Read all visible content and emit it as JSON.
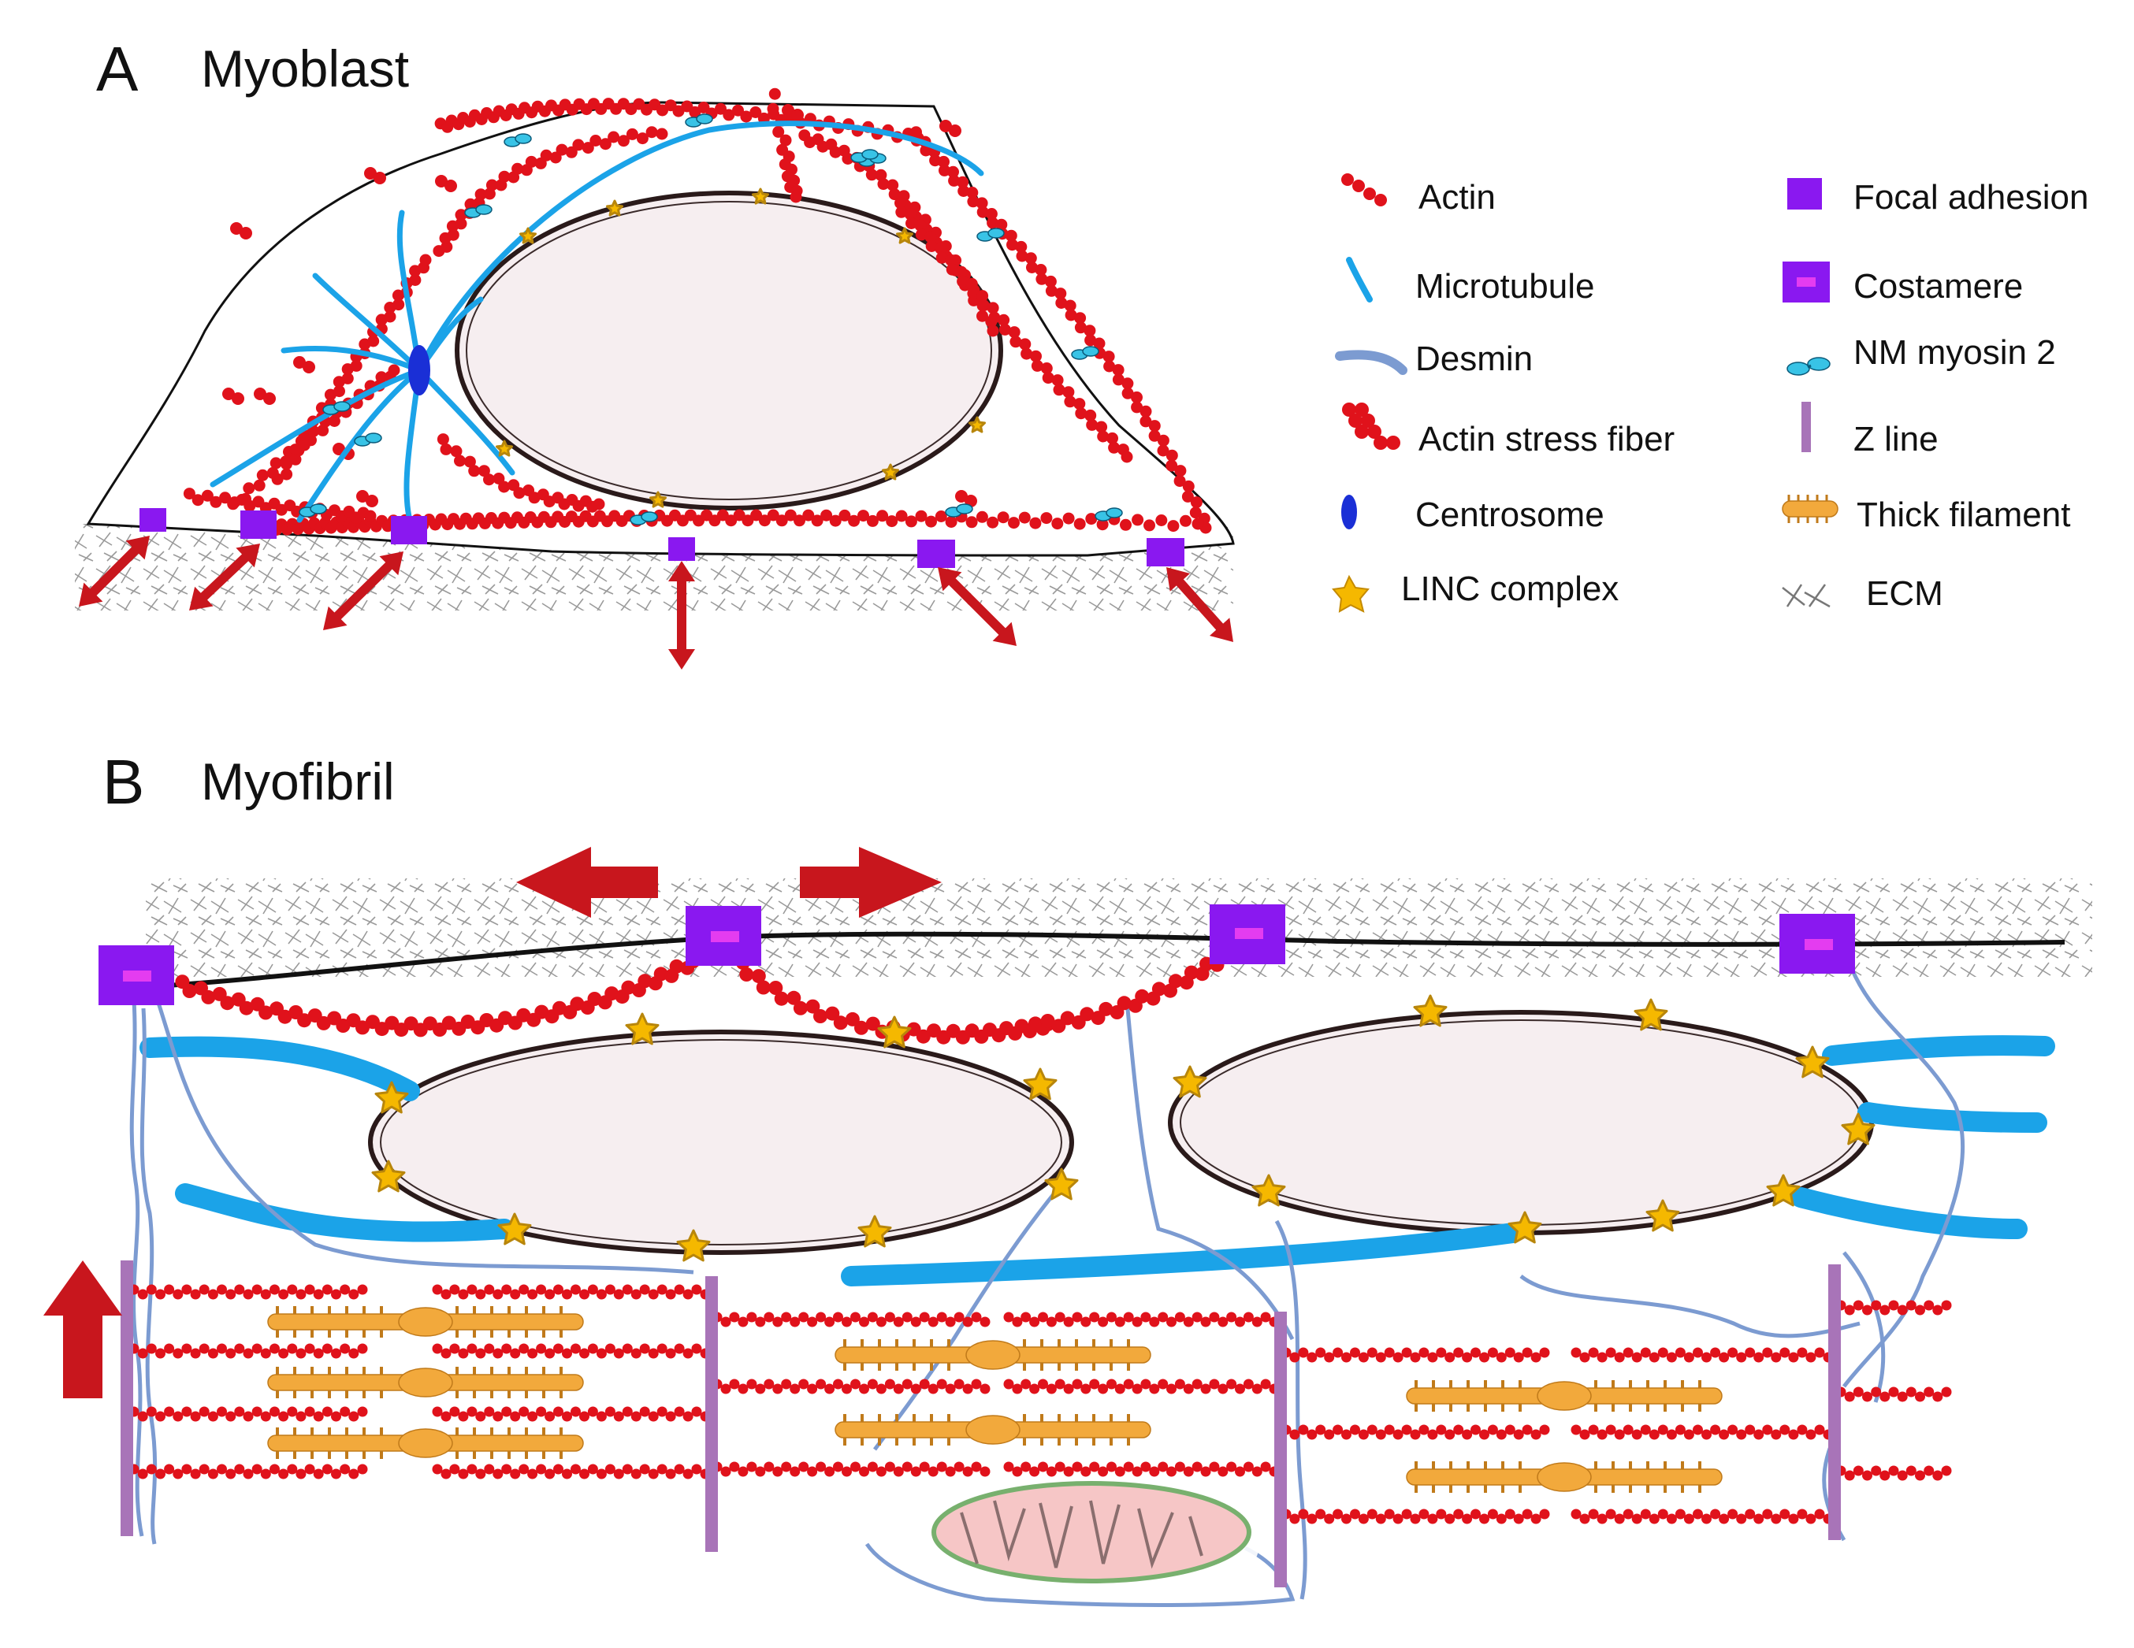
{
  "panel_a": {
    "letter": "A",
    "title": "Myoblast"
  },
  "panel_b": {
    "letter": "B",
    "title": "Myofibril"
  },
  "legend": {
    "left": [
      {
        "icon": "actin-icon",
        "label": "Actin"
      },
      {
        "icon": "microtubule-icon",
        "label": "Microtubule"
      },
      {
        "icon": "desmin-icon",
        "label": "Desmin"
      },
      {
        "icon": "actin-stress-fiber-icon",
        "label": "Actin stress fiber"
      },
      {
        "icon": "centrosome-icon",
        "label": "Centrosome"
      },
      {
        "icon": "linc-complex-icon",
        "label": "LINC complex"
      }
    ],
    "right": [
      {
        "icon": "focal-adhesion-icon",
        "label": "Focal adhesion"
      },
      {
        "icon": "costamere-icon",
        "label": "Costamere"
      },
      {
        "icon": "nm-myosin-2-icon",
        "label": "NM myosin 2"
      },
      {
        "icon": "z-line-icon",
        "label": "Z line"
      },
      {
        "icon": "thick-filament-icon",
        "label": "Thick filament"
      },
      {
        "icon": "ecm-icon",
        "label": "ECM"
      }
    ]
  },
  "colors": {
    "actin": "#e0121b",
    "microtubule": "#1ba3e8",
    "desmin": "#7c9bd1",
    "centrosome": "#1a2fd6",
    "linc": "#f5b800",
    "focal_adhesion": "#8a18f0",
    "costamere_core": "#e43cf0",
    "myosin": "#38c3e6",
    "z_line": "#a874b8",
    "thick_filament": "#f2a93c",
    "force_arrow": "#c8161d",
    "nucleus": "#f6eef0",
    "mitochondrion": "#f6c6c6"
  }
}
